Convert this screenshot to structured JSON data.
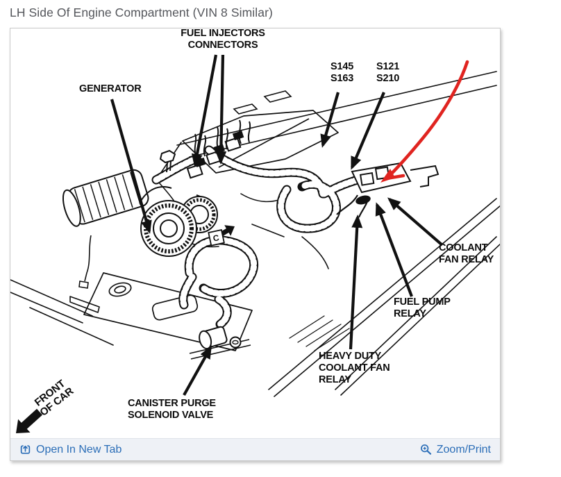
{
  "title": "LH Side Of Engine Compartment (VIN 8 Similar)",
  "diagram": {
    "labels": {
      "fuel_injectors_connectors": "FUEL INJECTORS\nCONNECTORS",
      "generator": "GENERATOR",
      "splice_s145_s163": "S145\nS163",
      "splice_s121_s210": "S121\nS210",
      "coolant_fan_relay": "COOLANT\nFAN RELAY",
      "fuel_pump_relay": "FUEL PUMP\nRELAY",
      "heavy_duty_coolant_fan_relay": "HEAVY DUTY\nCOOLANT FAN\nRELAY",
      "canister_purge_solenoid_valve": "CANISTER PURGE\nSOLENOID VALVE",
      "front_of_car": "FRONT\nOF CAR",
      "view_marker": "C"
    },
    "annotation_color": "#e02420",
    "ink_color": "#111111"
  },
  "footer": {
    "open_in_new_tab": "Open In New Tab",
    "zoom_print": "Zoom/Print",
    "link_color": "#2a6db7"
  }
}
